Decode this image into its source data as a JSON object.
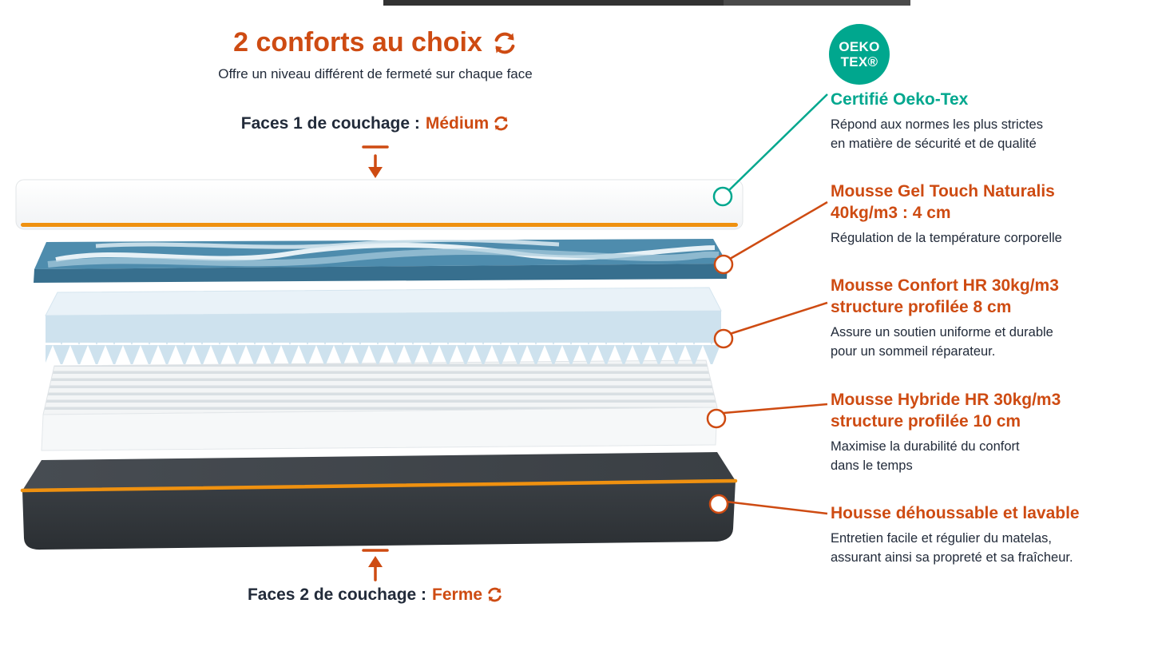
{
  "colors": {
    "orange": "#CE4B12",
    "teal": "#00A78E",
    "piping_orange": "#EF9110",
    "dark_text": "#222B3A"
  },
  "header": {
    "title": "2 conforts au choix",
    "subtitle": "Offre un niveau différent de fermeté sur chaque face"
  },
  "face1": {
    "label": "Faces 1 de couchage :",
    "value": "Médium"
  },
  "face2": {
    "label": "Faces 2 de couchage :",
    "value": "Ferme"
  },
  "oeko_badge": {
    "line1": "OEKO",
    "line2": "TEX®"
  },
  "annotations": {
    "oeko": {
      "heading": "Certifié Oeko-Tex",
      "body": "Répond aux normes les plus strictes\nen matière de sécurité et de qualité"
    },
    "gel": {
      "heading": "Mousse Gel Touch Naturalis\n40kg/m3 : 4 cm",
      "body": "Régulation de la température corporelle"
    },
    "confort": {
      "heading": "Mousse Confort HR 30kg/m3\nstructure profilée 8 cm",
      "body": "Assure un soutien uniforme et durable\npour un sommeil réparateur."
    },
    "hybride": {
      "heading": "Mousse Hybride HR 30kg/m3\nstructure profilée 10 cm",
      "body": "Maximise la durabilité du confort\ndans le temps"
    },
    "housse": {
      "heading": "Housse déhoussable et lavable",
      "body": "Entretien facile et régulier du matelas,\nassurant ainsi sa propreté et sa fraîcheur."
    }
  }
}
